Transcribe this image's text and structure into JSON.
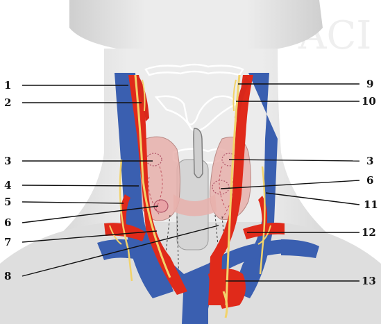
{
  "figure": {
    "labels_left": [
      "1",
      "2",
      "3",
      "4",
      "5",
      "6",
      "7",
      "8"
    ],
    "labels_right": [
      "9",
      "10",
      "3",
      "6",
      "11",
      "12",
      "13"
    ]
  },
  "colors": {
    "background": "#ffffff",
    "skin": "#e4e4e4",
    "vein": "#3a5fb0",
    "artery": "#e02a1a",
    "nerve": "#f2d36b",
    "gland": "#e7b0ac",
    "leader": "#111111"
  }
}
